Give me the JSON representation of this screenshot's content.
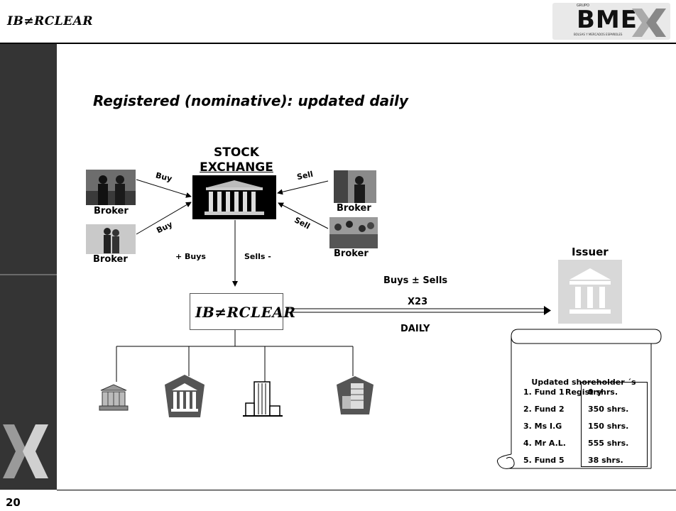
{
  "header": {
    "logo_text": "IB≠RCLEAR",
    "partner_logo": "BME",
    "partner_logo_super": "GRUPO",
    "partner_logo_sub": "BOLSAS Y MERCADOS ESPAÑOLES"
  },
  "slide": {
    "title": "Registered (nominative): updated daily",
    "page_number": "20"
  },
  "diagram": {
    "stock_exchange": {
      "line1": "STOCK",
      "line2": "EXCHANGE"
    },
    "brokers": [
      {
        "label": "Broker",
        "action": "Buy"
      },
      {
        "label": "Broker",
        "action": "Buy"
      },
      {
        "label": "Broker",
        "action": "Sell"
      },
      {
        "label": "Broker",
        "action": "Sell"
      }
    ],
    "plus_buys": "+ Buys",
    "sells_minus": "Sells -",
    "depository": "IB≠RCLEAR",
    "flow": {
      "line1": "Buys ± Sells",
      "line2": "X23",
      "line3": "DAILY"
    },
    "issuer": "Issuer",
    "registry": {
      "title": "Updated shoreholder ´s Registry",
      "rows": [
        {
          "holder": "1. Fund 1",
          "shares": "0 shrs."
        },
        {
          "holder": "2. Fund 2",
          "shares": "350 shrs."
        },
        {
          "holder": "3. Ms I.G",
          "shares": "150 shrs."
        },
        {
          "holder": "4. Mr A.L.",
          "shares": "555 shrs."
        },
        {
          "holder": "5. Fund 5",
          "shares": "38 shrs."
        }
      ]
    },
    "participant_icons": [
      "bank-building-icon",
      "bank-facade-icon",
      "office-tower-icon",
      "corporate-building-icon"
    ]
  }
}
